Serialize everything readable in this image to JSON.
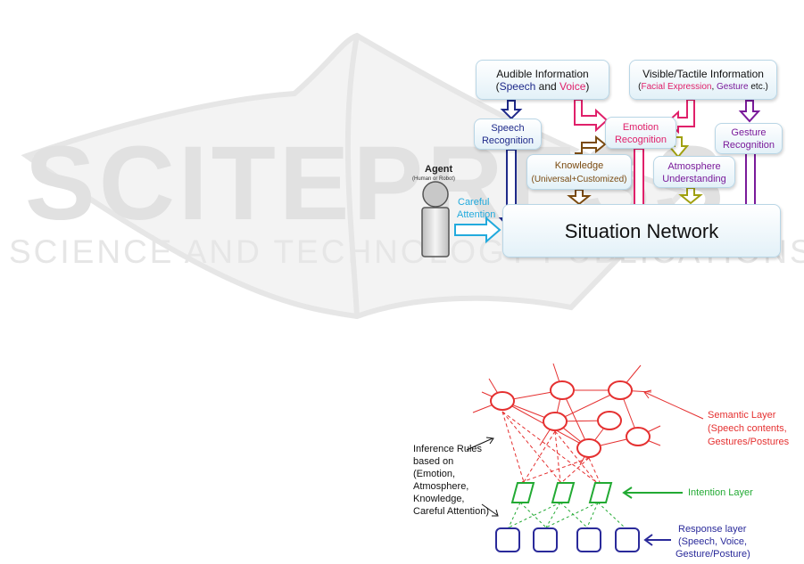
{
  "watermark": {
    "word": "SCITEPRESS",
    "tagline": "SCIENCE AND TECHNOLOGY PUBLICATIONS"
  },
  "top_diagram": {
    "audible": {
      "title": "Audible Information",
      "open": "(",
      "speech": "Speech",
      "and": " and ",
      "voice": "Voice",
      "close": ")"
    },
    "visible": {
      "title": "Visible/Tactile Information",
      "open": "(",
      "facial": "Facial Expression",
      "comma": ", ",
      "gesture": "Gesture",
      "etc": " etc.)"
    },
    "speech_recognition": {
      "line1": "Speech",
      "line2": "Recognition"
    },
    "emotion_recognition": {
      "line1": "Emotion",
      "line2": "Recognition"
    },
    "gesture_recognition": {
      "line1": "Gesture",
      "line2": "Recognition"
    },
    "knowledge": {
      "line1": "Knowledge",
      "line2": "(Universal+Customized)"
    },
    "atmosphere": {
      "line1": "Atmosphere",
      "line2": "Understanding"
    },
    "agent": {
      "label": "Agent",
      "sub": "(Human or Robot)"
    },
    "careful_attention": {
      "line1": "Careful",
      "line2": "Attention"
    },
    "situation_network": "Situation Network",
    "colors": {
      "speech": "#1f2a8a",
      "emotion": "#e0206a",
      "gesture": "#7a1a9a",
      "knowledge": "#7a4a10",
      "atmosphere": "#a0a010",
      "attention": "#22aadd"
    }
  },
  "bottom_diagram": {
    "semantic_layer": {
      "line1": "Semantic Layer",
      "line2": "(Speech contents,",
      "line3": "Gestures/Postures"
    },
    "inference_rules": {
      "line1": "Inference Rules",
      "line2": "based on",
      "line3": "(Emotion,",
      "line4": "Atmosphere,",
      "line5": "Knowledge,",
      "line6": "Careful Attention)"
    },
    "intention_layer": "Intention Layer",
    "response_layer": {
      "line1": "Response layer",
      "line2": "(Speech, Voice,",
      "line3": "Gesture/Posture)"
    },
    "colors": {
      "semantic": "#e53030",
      "intention": "#22aa33",
      "response": "#2a2a9a"
    }
  }
}
